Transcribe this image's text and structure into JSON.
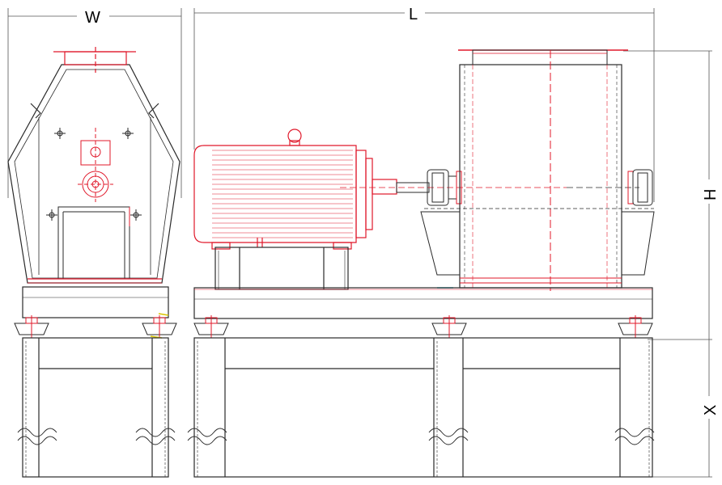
{
  "dimensions": {
    "width_label": "W",
    "length_label": "L",
    "height_label": "H",
    "base_label": "X"
  },
  "colors": {
    "outline": "#2a2a2a",
    "detail_red": "#e0182a",
    "accent_yellow": "#d8c400",
    "accent_cyan": "#27b6c8"
  }
}
